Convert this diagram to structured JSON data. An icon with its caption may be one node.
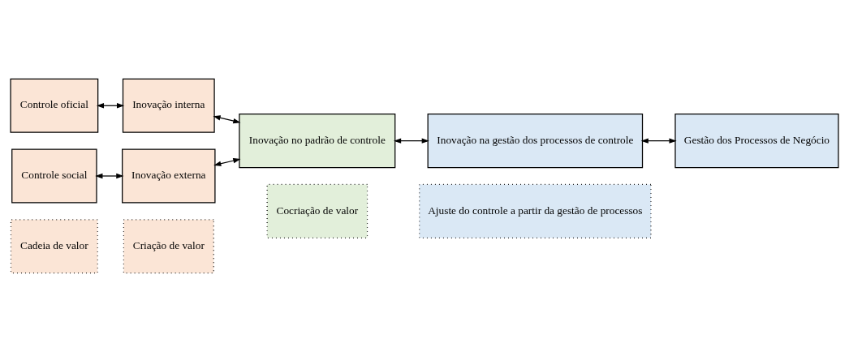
{
  "diagram": {
    "nodes": [
      {
        "text": [
          "Cadeia de valor"
        ]
      },
      {
        "text": [
          "Criação de valor"
        ]
      },
      {
        "text": [
          "Cocriação de valor"
        ]
      },
      {
        "text": [
          "Ajuste do controle a partir da gestão de processos"
        ]
      },
      {
        "text": [
          "Controle oficial"
        ]
      },
      {
        "text": [
          "Inovação interna"
        ]
      },
      {
        "text": [
          "Inovação no padrão de controle"
        ]
      },
      {
        "text": [
          "Inovação na gestão dos processos de controle"
        ]
      },
      {
        "text": [
          "Gestão dos Processos de Negócio"
        ]
      },
      {
        "text": [
          "Controle social"
        ]
      },
      {
        "text": [
          "Inovação externa"
        ]
      }
    ],
    "edges": [
      {
        "from": 4,
        "to": 5,
        "arrow": "both"
      },
      {
        "from": 9,
        "to": 10,
        "arrow": "both"
      },
      {
        "from": 5,
        "to": 6,
        "arrow": "both"
      },
      {
        "from": 10,
        "to": 6,
        "arrow": "both"
      },
      {
        "from": 6,
        "to": 7,
        "arrow": "both"
      },
      {
        "from": 7,
        "to": 8,
        "arrow": "both"
      }
    ]
  }
}
